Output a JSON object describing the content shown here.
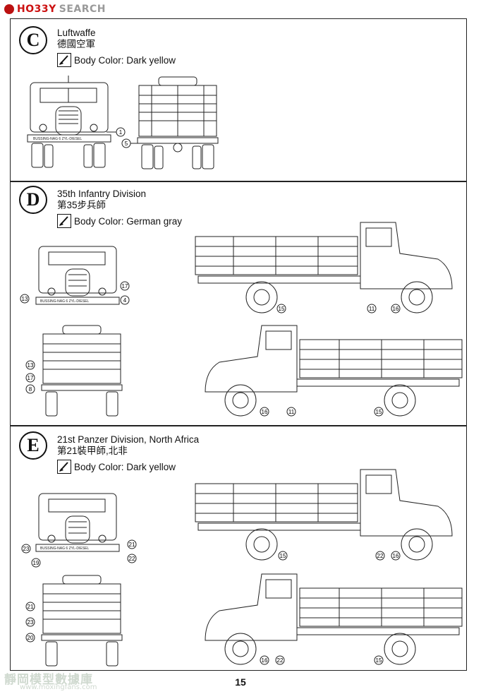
{
  "header": {
    "brand_hobby": "HO33Y",
    "brand_search": "SEARCH"
  },
  "panels": [
    {
      "letter": "C",
      "title": "Luftwaffe",
      "title_cn": "德國空軍",
      "body_color": "Body Color: Dark yellow",
      "callouts": [
        "1",
        "5"
      ]
    },
    {
      "letter": "D",
      "title": "35th Infantry Division",
      "title_cn": "第35步兵師",
      "body_color": "Body Color: German gray",
      "callouts": [
        "13",
        "17",
        "4",
        "15",
        "11",
        "16",
        "13",
        "17",
        "8",
        "16",
        "11",
        "15"
      ]
    },
    {
      "letter": "E",
      "title": "21st Panzer Division, North Africa",
      "title_cn": "第21裝甲師,北非",
      "body_color": "Body Color: Dark yellow",
      "callouts": [
        "23",
        "21",
        "19",
        "22",
        "15",
        "22",
        "16",
        "21",
        "23",
        "20",
        "16",
        "22",
        "15"
      ]
    }
  ],
  "plates": {
    "front": "BUSSING-NAG    6 ZYL-DIESEL"
  },
  "page_number": "15",
  "watermark": {
    "cn": "靜岡模型數據庫",
    "url": "www.moxingfans.com"
  }
}
